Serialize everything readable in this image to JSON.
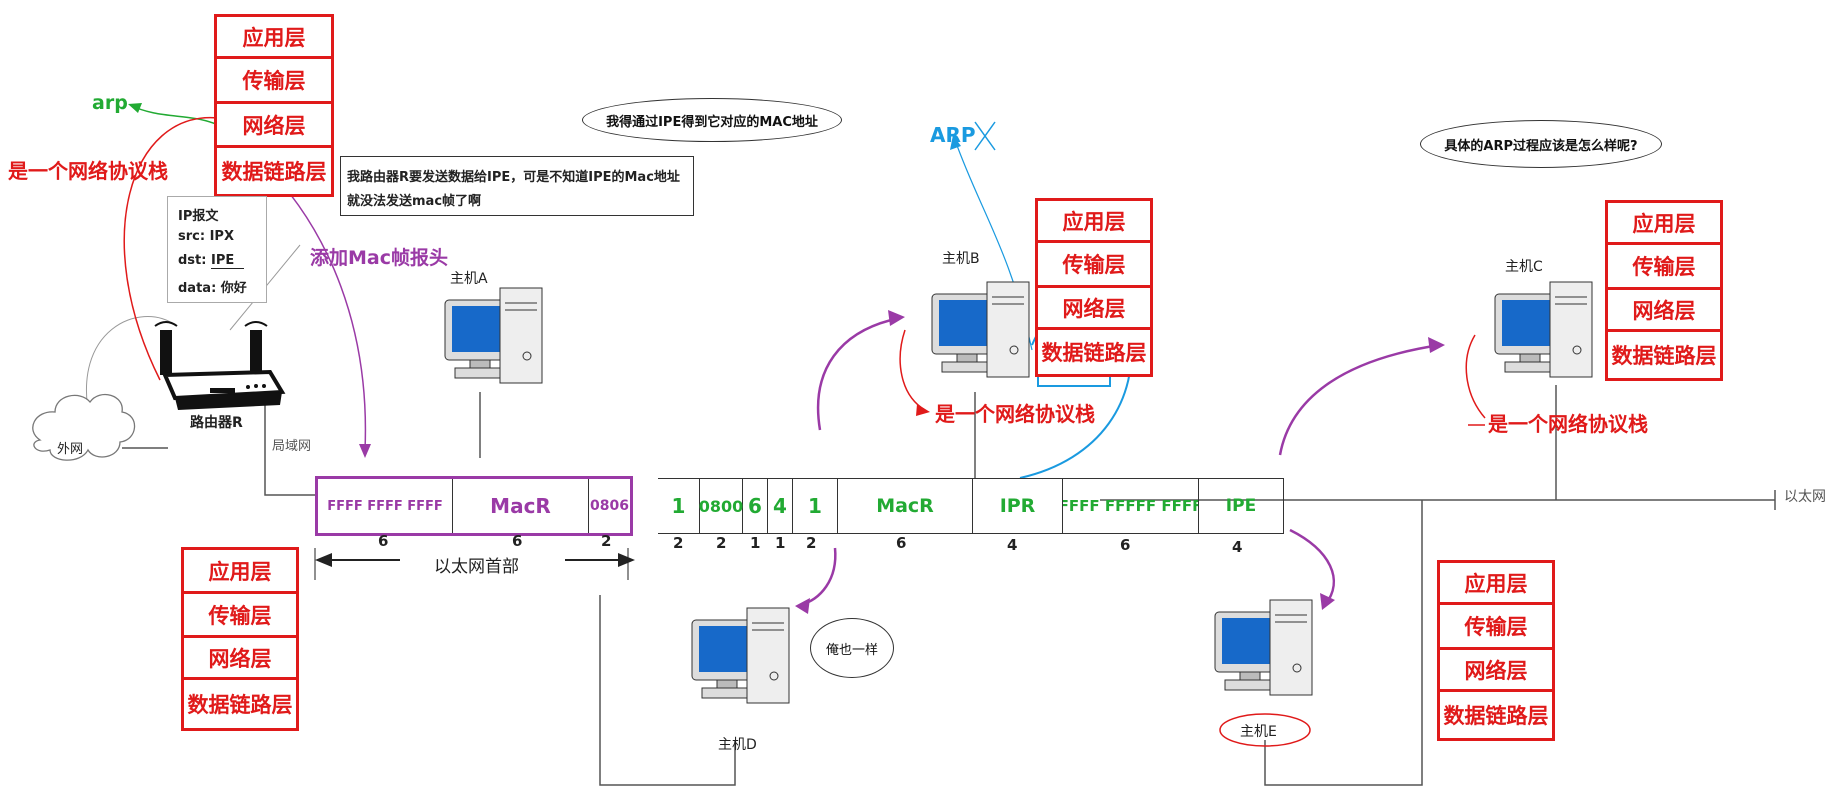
{
  "layers": [
    "应用层",
    "传输层",
    "网络层",
    "数据链路层"
  ],
  "labels": {
    "arp_left": "arp",
    "arp_right": "ARP",
    "protocol_stack": "是一个网络协议栈",
    "add_mac_header": "添加Mac帧报头",
    "router": "路由器R",
    "internet": "外网",
    "lan": "局域网",
    "ethernet": "以太网",
    "eth_header": "以太网首部",
    "host_a": "主机A",
    "host_b": "主机B",
    "host_c": "主机C",
    "host_d": "主机D",
    "host_e": "主机E"
  },
  "ip_packet": {
    "title": "IP报文",
    "src": "src:  IPX",
    "dst_label": "dst:  ",
    "dst_value": "IPE",
    "data": "data: 你好"
  },
  "bubbles": {
    "top": "我得通过IPE得到它对应的MAC地址",
    "right": "具体的ARP过程应该是怎么样呢?",
    "host_d": "俺也一样"
  },
  "router_note": {
    "line1": "我路由器R要发送数据给IPE，可是不知道IPE的Mac地址",
    "line2": "就没法发送mac帧了啊"
  },
  "mac_header_fields": [
    "FFFF FFFF FFFF",
    "MacR",
    "0806"
  ],
  "mac_header_lengths": [
    "6",
    "6",
    "2"
  ],
  "arp_fields": [
    "1",
    "0800",
    "6",
    "4",
    "1",
    "MacR",
    "IPR",
    "FFFF FFFFF FFFF",
    "IPE"
  ],
  "arp_lengths": [
    "2",
    "2",
    "1",
    "1",
    "2",
    "6",
    "4",
    "6",
    "4"
  ],
  "colors": {
    "red": "#e01a1a",
    "green": "#22aa33",
    "purple": "#9a3aa6",
    "blue": "#1a9ae0"
  }
}
